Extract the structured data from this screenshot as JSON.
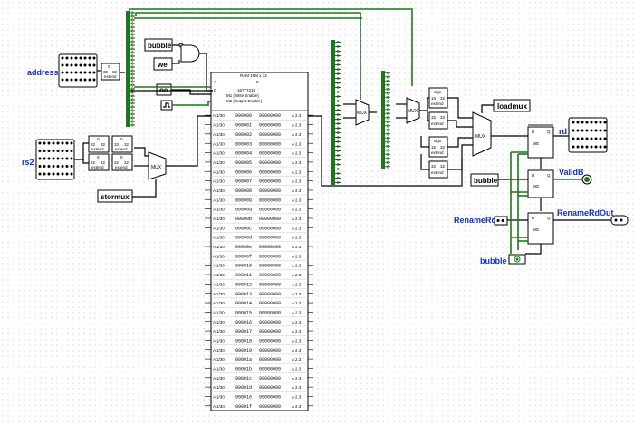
{
  "pins": {
    "address": "address",
    "rs2": "rs2",
    "rd": "rd",
    "valid_b": "ValidB",
    "rename_rd": "RenameRd",
    "rename_rd_out": "RenameRdOut",
    "bubble_bottom": "bubble"
  },
  "tunnels": {
    "bubble_top": "bubble",
    "we": "we",
    "oe": "oe",
    "stormux": "stormux",
    "loadmux": "loadmux",
    "bubble_mid": "bubble"
  },
  "ram": {
    "title": "RAM 16M x 32",
    "addr_line": "0",
    "size_line": "16777216",
    "opt1": "M1 [Write Enable]",
    "opt2": "M2 [Output Enable]",
    "a_label": "A",
    "d_label": "D",
    "row_prefix": "A 1/30",
    "row_suffix": "A 2.3",
    "data_value": "00000000",
    "addresses": [
      "000000",
      "000001",
      "000002",
      "000003",
      "000004",
      "000005",
      "000006",
      "000007",
      "000008",
      "000009",
      "00000a",
      "00000b",
      "00000c",
      "00000d",
      "00000e",
      "00000f",
      "000010",
      "000011",
      "000012",
      "000013",
      "000014",
      "000015",
      "000016",
      "000017",
      "000018",
      "000019",
      "00001a",
      "00001b",
      "00001c",
      "00001d",
      "00001e",
      "00001f"
    ]
  },
  "mux_label": "MUX",
  "extender": {
    "top": "0",
    "a": "32",
    "b": "32",
    "c": "extend"
  },
  "sign_ext": {
    "title": "sign",
    "a": "16",
    "b": "32",
    "c": "extend"
  },
  "splitter_count": 32,
  "splitter_label": "0",
  "reg_labels": {
    "d": "D",
    "q": "Q",
    "we": "WE"
  },
  "colors": {
    "wire": "#000000",
    "bus_active": "#1a7a1a",
    "pin_label": "#1030c8"
  }
}
